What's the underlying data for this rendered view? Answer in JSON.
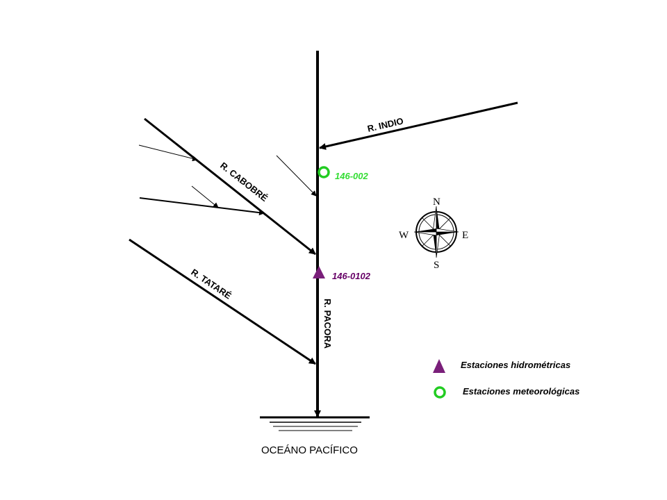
{
  "rivers": {
    "main": "R. PACORA",
    "indio": "R. INDIO",
    "cabobre": "R. CABOBRÉ",
    "tatare": "R. TATARÉ"
  },
  "ocean_label": "OCEÁNO PACÍFICO",
  "stations": {
    "meteorological": {
      "code": "146-002",
      "color": "#33dd33"
    },
    "hydrometric": {
      "code": "146-0102",
      "color": "#660066"
    }
  },
  "compass": {
    "north": "N",
    "south": "S",
    "east": "E",
    "west": "W"
  },
  "legend": {
    "hydrometric_label": "Estaciones hidrométricas",
    "meteorological_label": "Estaciones meteorológicas"
  },
  "colors": {
    "hydrometric_marker": "#7a1f7a",
    "meteorological_marker": "#22cc22"
  }
}
